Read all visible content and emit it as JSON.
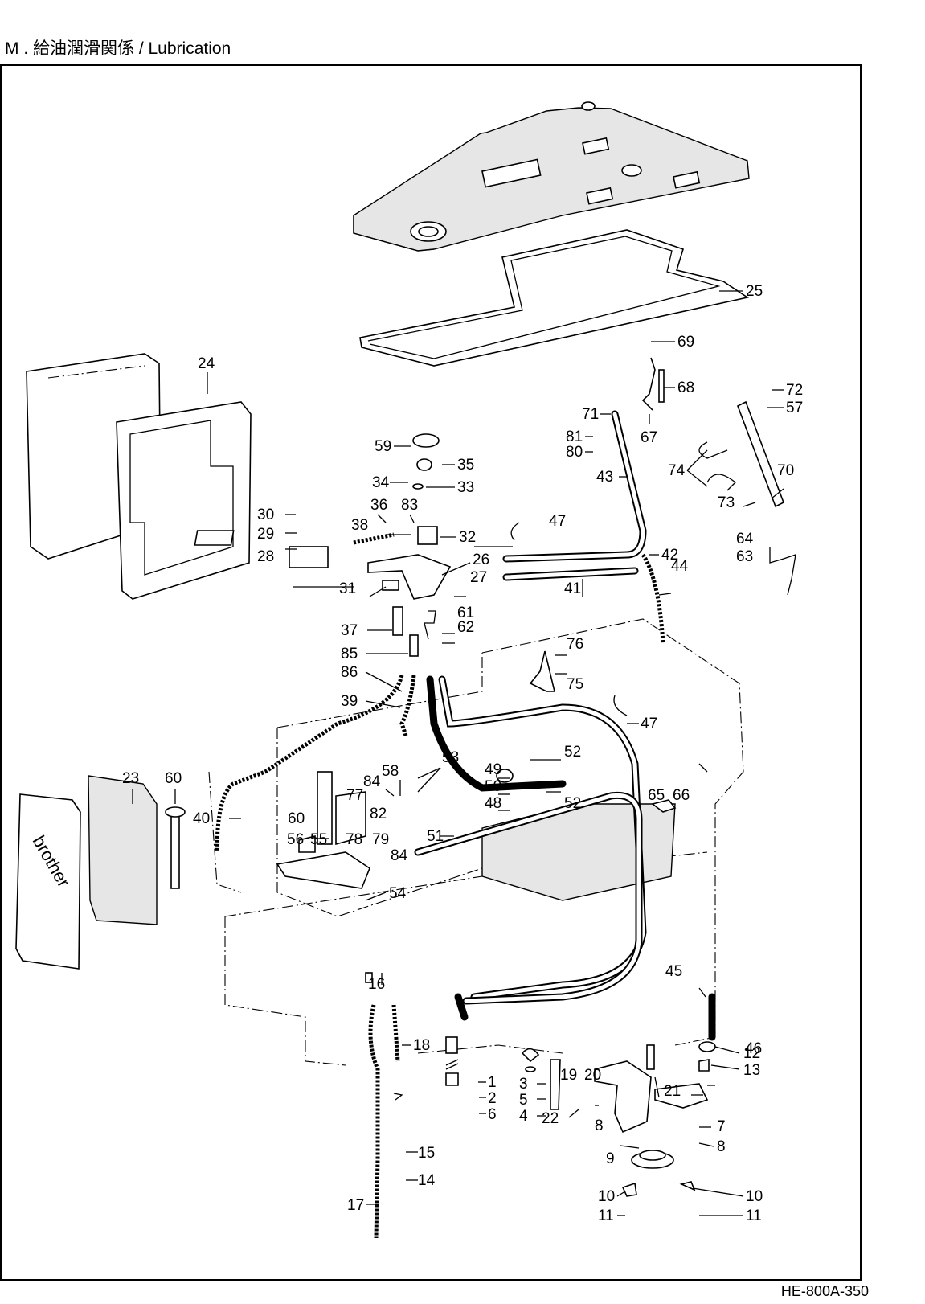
{
  "title": "M . 給油潤滑関係 / Lubrication",
  "footer": "HE-800A-350",
  "logo_text": "brother",
  "callouts": [
    "1",
    "2",
    "3",
    "4",
    "5",
    "6",
    "7",
    "8",
    "9",
    "10",
    "11",
    "12",
    "13",
    "14",
    "15",
    "16",
    "17",
    "18",
    "19",
    "20",
    "21",
    "22",
    "23",
    "24",
    "25",
    "26",
    "27",
    "28",
    "29",
    "30",
    "31",
    "32",
    "33",
    "34",
    "35",
    "36",
    "37",
    "38",
    "39",
    "40",
    "41",
    "42",
    "43",
    "44",
    "45",
    "46",
    "47",
    "48",
    "49",
    "50",
    "51",
    "52",
    "53",
    "54",
    "55",
    "56",
    "57",
    "58",
    "59",
    "60",
    "61",
    "62",
    "63",
    "64",
    "65",
    "66",
    "67",
    "68",
    "69",
    "70",
    "71",
    "72",
    "73",
    "74",
    "75",
    "76",
    "77",
    "78",
    "79",
    "80",
    "81",
    "82",
    "83",
    "84",
    "85",
    "86"
  ]
}
